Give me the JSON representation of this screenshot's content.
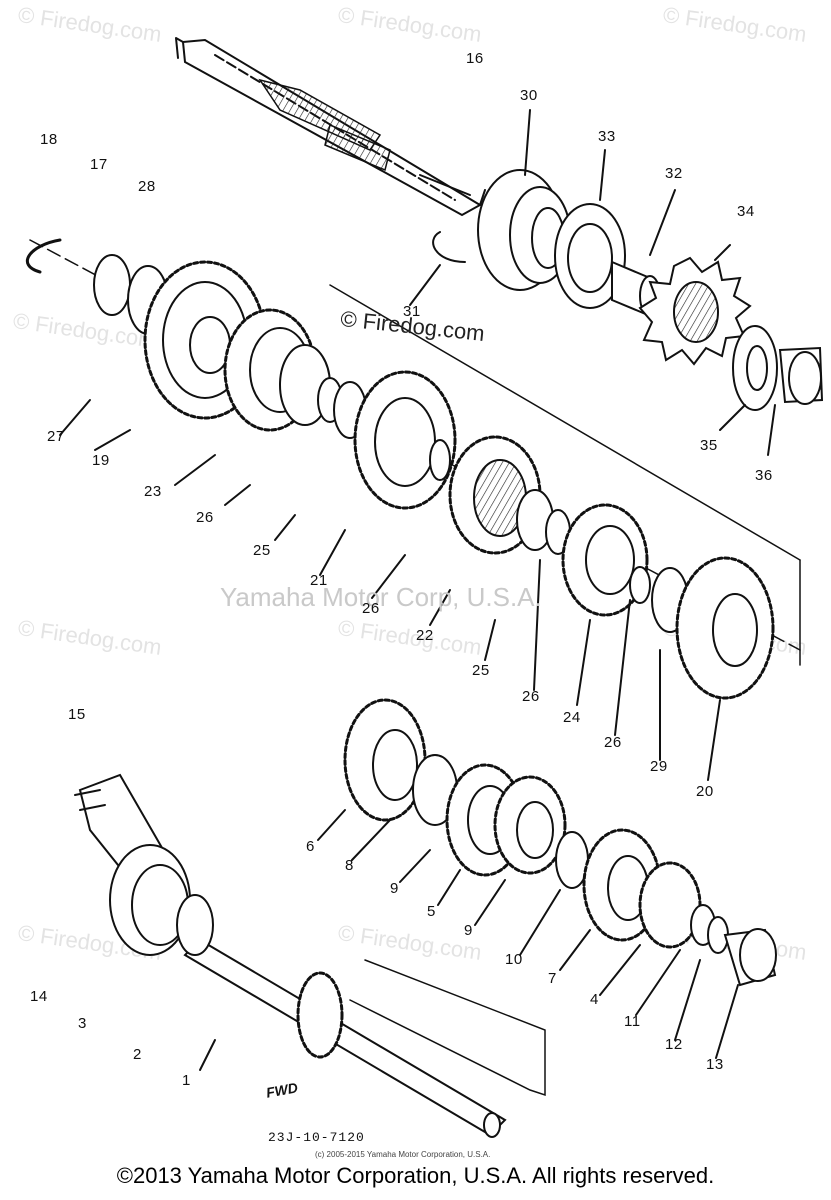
{
  "watermarks": {
    "corner": "© Firedog.com",
    "center": "© Firedog.com",
    "brand": "Yamaha Motor Corp, U.S.A."
  },
  "callouts": [
    "16",
    "30",
    "33",
    "32",
    "34",
    "18",
    "17",
    "28",
    "31",
    "27",
    "19",
    "23",
    "26",
    "25",
    "21",
    "26",
    "22",
    "25",
    "26",
    "24",
    "26",
    "29",
    "20",
    "35",
    "36",
    "15",
    "6",
    "8",
    "9",
    "5",
    "9",
    "10",
    "7",
    "4",
    "11",
    "12",
    "13",
    "14",
    "3",
    "2",
    "1"
  ],
  "diagram_code": "23J-10-7120",
  "fwd_label": "FWD",
  "small_copyright": "(c) 2005-2015 Yamaha Motor Corporation, U.S.A.",
  "copyright": "©2013 Yamaha Motor Corporation, U.S.A. All rights reserved.",
  "colors": {
    "ink": "#111111",
    "watermark": "#e3e3e3"
  }
}
